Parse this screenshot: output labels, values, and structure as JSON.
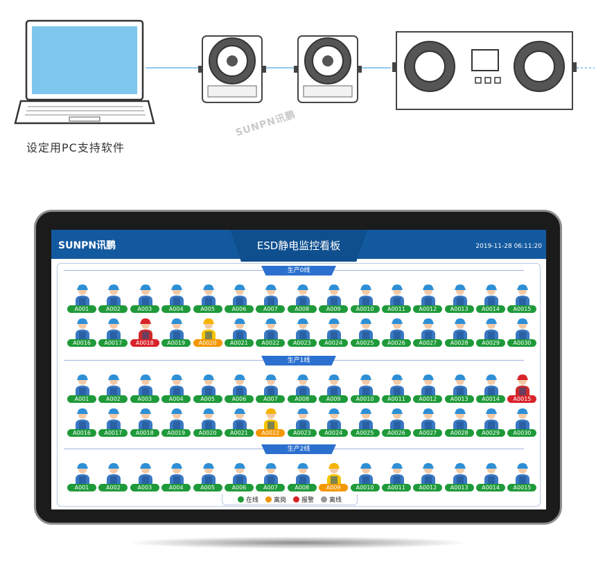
{
  "top": {
    "pc_caption": "设定用PC支持软件",
    "watermark": "SUNPN讯鹏"
  },
  "dashboard": {
    "brand": "SUNPN讯鹏",
    "title": "ESD静电监控看板",
    "datetime": "2019-11-28 06:11:20",
    "colors": {
      "online": "#1f9a3a",
      "off_post": "#f39700",
      "alarm": "#d8232a",
      "offline": "#999999",
      "header": "#12599f"
    },
    "legend": [
      {
        "label": "在线",
        "color": "#1f9a3a"
      },
      {
        "label": "离岗",
        "color": "#f39700"
      },
      {
        "label": "报警",
        "color": "#d8232a"
      },
      {
        "label": "离线",
        "color": "#999999"
      }
    ],
    "sections": [
      {
        "label": "生产0线",
        "rows": [
          [
            "A001",
            "A002",
            "A003",
            "A004",
            "A005",
            "A006",
            "A007",
            "A008",
            "A009",
            "A0010",
            "A0011",
            "A0012",
            "A0013",
            "A0014",
            "A0015"
          ],
          [
            "A0016",
            "A0017",
            "A0018",
            "A0019",
            "A0020",
            "A0021",
            "A0022",
            "A0023",
            "A0024",
            "A0025",
            "A0026",
            "A0027",
            "A0028",
            "A0029",
            "A0030"
          ]
        ],
        "status": [
          [
            "online",
            "online",
            "online",
            "online",
            "online",
            "online",
            "online",
            "online",
            "online",
            "online",
            "online",
            "online",
            "online",
            "online",
            "online"
          ],
          [
            "online",
            "online",
            "alarm",
            "online",
            "off_post",
            "online",
            "online",
            "online",
            "online",
            "online",
            "online",
            "online",
            "online",
            "online",
            "online"
          ]
        ]
      },
      {
        "label": "生产1线",
        "rows": [
          [
            "A001",
            "A002",
            "A003",
            "A004",
            "A005",
            "A006",
            "A007",
            "A008",
            "A009",
            "A0010",
            "A0011",
            "A0012",
            "A0013",
            "A0014",
            "A0015"
          ],
          [
            "A0016",
            "A0017",
            "A0018",
            "A0019",
            "A0020",
            "A0021",
            "A0022",
            "A0023",
            "A0024",
            "A0025",
            "A0026",
            "A0027",
            "A0028",
            "A0029",
            "A0030"
          ]
        ],
        "status": [
          [
            "online",
            "online",
            "online",
            "online",
            "online",
            "online",
            "online",
            "online",
            "online",
            "online",
            "online",
            "online",
            "online",
            "online",
            "alarm"
          ],
          [
            "online",
            "online",
            "online",
            "online",
            "online",
            "online",
            "off_post",
            "online",
            "online",
            "online",
            "online",
            "online",
            "online",
            "online",
            "online"
          ]
        ]
      },
      {
        "label": "生产2线",
        "rows": [
          [
            "A001",
            "A002",
            "A003",
            "A004",
            "A005",
            "A006",
            "A007",
            "A008",
            "A009",
            "A0010",
            "A0011",
            "A0012",
            "A0013",
            "A0014",
            "A0015"
          ]
        ],
        "status": [
          [
            "online",
            "online",
            "online",
            "online",
            "online",
            "online",
            "online",
            "online",
            "off_post",
            "online",
            "online",
            "online",
            "online",
            "online",
            "online"
          ]
        ]
      }
    ]
  }
}
